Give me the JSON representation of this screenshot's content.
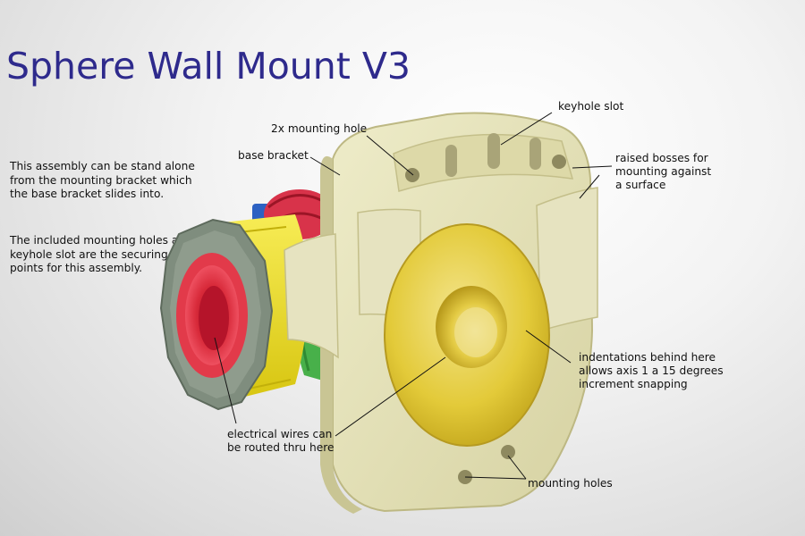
{
  "title": "Sphere Wall Mount V3",
  "paragraphs": [
    "This assembly can be stand alone from the mounting bracket which the base bracket slides into.",
    "The included mounting holes and keyhole slot are the securing points for this assembly."
  ],
  "callouts": {
    "mounting_hole_2x": "2x mounting hole",
    "keyhole_slot": "keyhole slot",
    "base_bracket": "base bracket",
    "raised_bosses_1": "raised bosses for",
    "raised_bosses_2": "mounting against",
    "raised_bosses_3": "a surface",
    "indentations_1": "indentations behind here",
    "indentations_2": "allows axis 1 a 15 degrees",
    "indentations_3": "increment snapping",
    "wires_1": "electrical wires can",
    "wires_2": "be routed thru here",
    "mounting_holes": "mounting holes"
  },
  "colors": {
    "title": "#2e2a8c",
    "bracket": "#e3e0b6",
    "bracket_shade": "#c9c594",
    "plate": "#e6cf3d",
    "collar": "#f2e326",
    "knob": "#7f8d7e",
    "red_ring": "#e23a4a",
    "green_part": "#48b04a",
    "blue_part": "#2c61c2"
  }
}
